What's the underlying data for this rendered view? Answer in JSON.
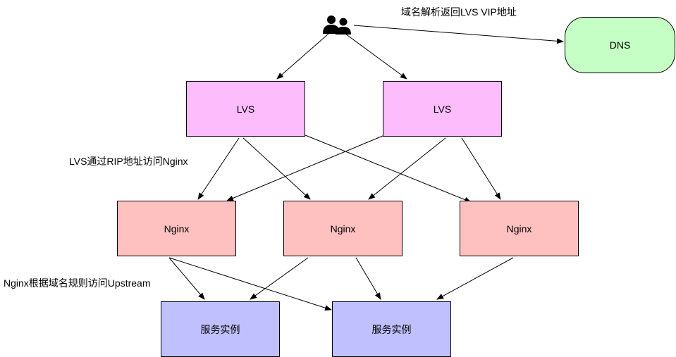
{
  "diagram": {
    "user": {
      "icon": "users-icon"
    },
    "dns": {
      "label": "DNS"
    },
    "lvs": [
      {
        "label": "LVS"
      },
      {
        "label": "LVS"
      }
    ],
    "nginx": [
      {
        "label": "Nginx"
      },
      {
        "label": "Nginx"
      },
      {
        "label": "Nginx"
      }
    ],
    "services": [
      {
        "label": "服务实例"
      },
      {
        "label": "服务实例"
      }
    ],
    "annotations": {
      "dns_resolution": "域名解析返回LVS VIP地址",
      "lvs_to_nginx": "LVS通过RIP地址访问Nginx",
      "nginx_to_upstream": "Nginx根据域名规则访问Upstream"
    },
    "colors": {
      "lvs": "#fdbdfd",
      "nginx": "#ffc0c0",
      "service": "#c0c0ff",
      "dns": "#c5ffc5"
    }
  }
}
